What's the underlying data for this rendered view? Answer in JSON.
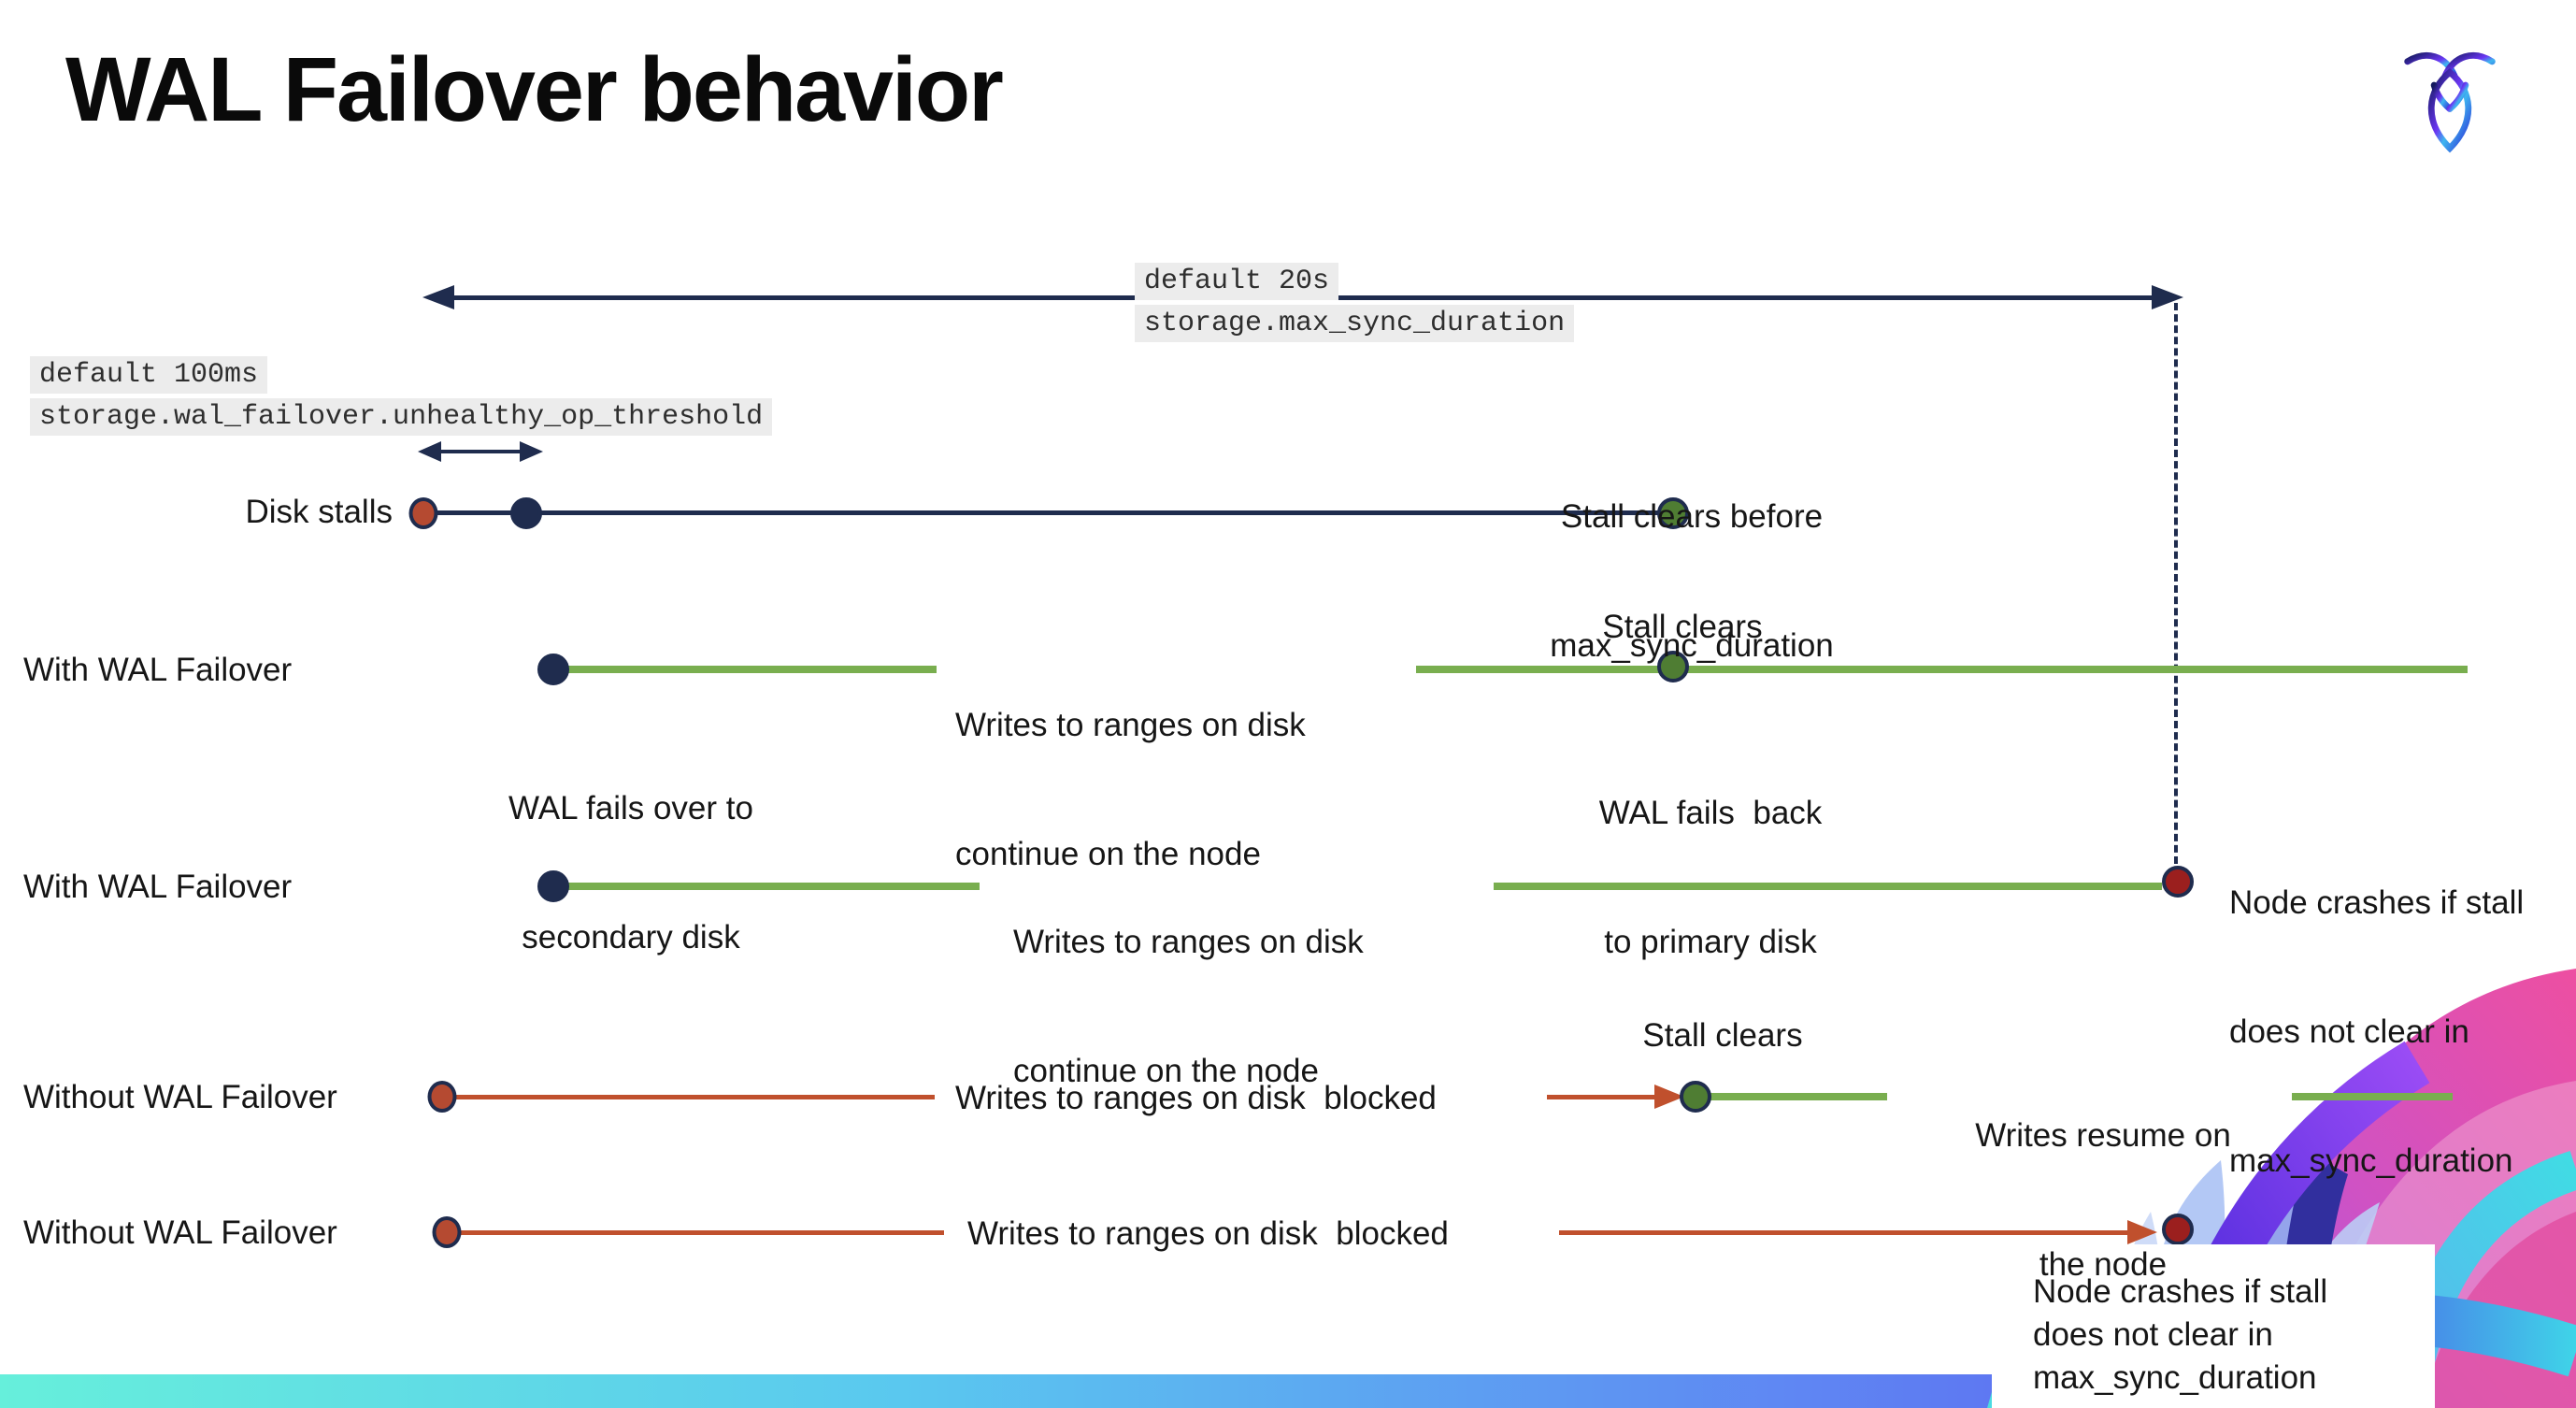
{
  "title": "WAL Failover behavior",
  "icons": {
    "logo": "cockroachdb-brand-mark",
    "brand_art": "cockroachdb-corner-illustration"
  },
  "colors": {
    "navy": "#1f2c4e",
    "green_line": "#79ae4f",
    "green_dot": "#4f7d33",
    "red_line": "#c0502d",
    "red_dot_fill": "#b54a31",
    "crash_dot_fill": "#9b1f1e",
    "code_bg": "#ececec",
    "footer_gradient": [
      "#66efdb",
      "#5ac8ef",
      "#5f86f3",
      "#5b4ded"
    ]
  },
  "callouts": {
    "max_sync_duration": {
      "default": "default 20s",
      "setting": "storage.max_sync_duration"
    },
    "unhealthy_op_threshold": {
      "default": "default 100ms",
      "setting": "storage.wal_failover.unhealthy_op_threshold"
    }
  },
  "rows": {
    "disk_stalls": {
      "label": "Disk stalls",
      "stall_clears": [
        "Stall clears before",
        "max_sync_duration"
      ]
    },
    "with_failover_1": {
      "label": "With WAL Failover",
      "fails_over": [
        "WAL fails over to",
        "secondary disk"
      ],
      "writes_continue": [
        "Writes to ranges on disk",
        "continue on the node"
      ],
      "stall_clears": "Stall clears",
      "fails_back": [
        "WAL fails  back",
        "to primary disk"
      ]
    },
    "with_failover_2": {
      "label": "With WAL Failover",
      "writes_continue": [
        "Writes to ranges on disk",
        "continue on the node"
      ],
      "node_crashes": [
        "Node crashes if stall",
        "does not clear in",
        "max_sync_duration"
      ]
    },
    "without_failover_1": {
      "label": "Without WAL Failover",
      "writes_blocked": "Writes to ranges on disk  blocked",
      "stall_clears": "Stall clears",
      "writes_resume": [
        "Writes resume on",
        "the node"
      ]
    },
    "without_failover_2": {
      "label": "Without WAL Failover",
      "writes_blocked": "Writes to ranges on disk  blocked",
      "node_crashes": [
        "Node crashes if stall",
        "does not clear in",
        "max_sync_duration"
      ]
    }
  }
}
